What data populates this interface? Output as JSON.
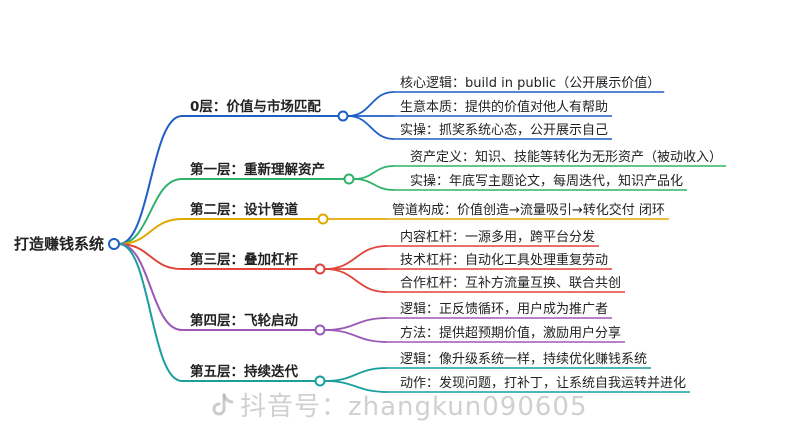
{
  "root": {
    "label": "打造赚钱系统"
  },
  "branches": [
    {
      "label": "0层：价值与市场匹配",
      "color": "#1f5fc4",
      "leaves": [
        "核心逻辑：build in public（公开展示价值）",
        "生意本质：提供的价值对他人有帮助",
        "实操：抓奖系统心态，公开展示自己"
      ]
    },
    {
      "label": "第一层：重新理解资产",
      "color": "#2fb36a",
      "leaves": [
        "资产定义：知识、技能等转化为无形资产（被动收入）",
        "实操：年底写主题论文，每周迭代，知识产品化"
      ]
    },
    {
      "label": "第二层：设计管道",
      "color": "#e0a800",
      "leaves": [
        "管道构成：价值创造→流量吸引→转化交付 闭环"
      ]
    },
    {
      "label": "第三层：叠加杠杆",
      "color": "#e0443a",
      "leaves": [
        "内容杠杆：一源多用，跨平台分发",
        "技术杠杆：自动化工具处理重复劳动",
        "合作杠杆：互补方流量互换、联合共创"
      ]
    },
    {
      "label": "第四层：飞轮启动",
      "color": "#9b59b6",
      "leaves": [
        "逻辑：正反馈循环，用户成为推广者",
        "方法：提供超预期价值，激励用户分享"
      ]
    },
    {
      "label": "第五层：持续迭代",
      "color": "#1a9e9e",
      "leaves": [
        "逻辑：像升级系统一样，持续优化赚钱系统",
        "动作：发现问题，打补丁，让系统自我运转并进化"
      ]
    }
  ],
  "watermark": {
    "text": "抖音号：zhangkun090605",
    "icon": "douyin-logo-icon"
  }
}
